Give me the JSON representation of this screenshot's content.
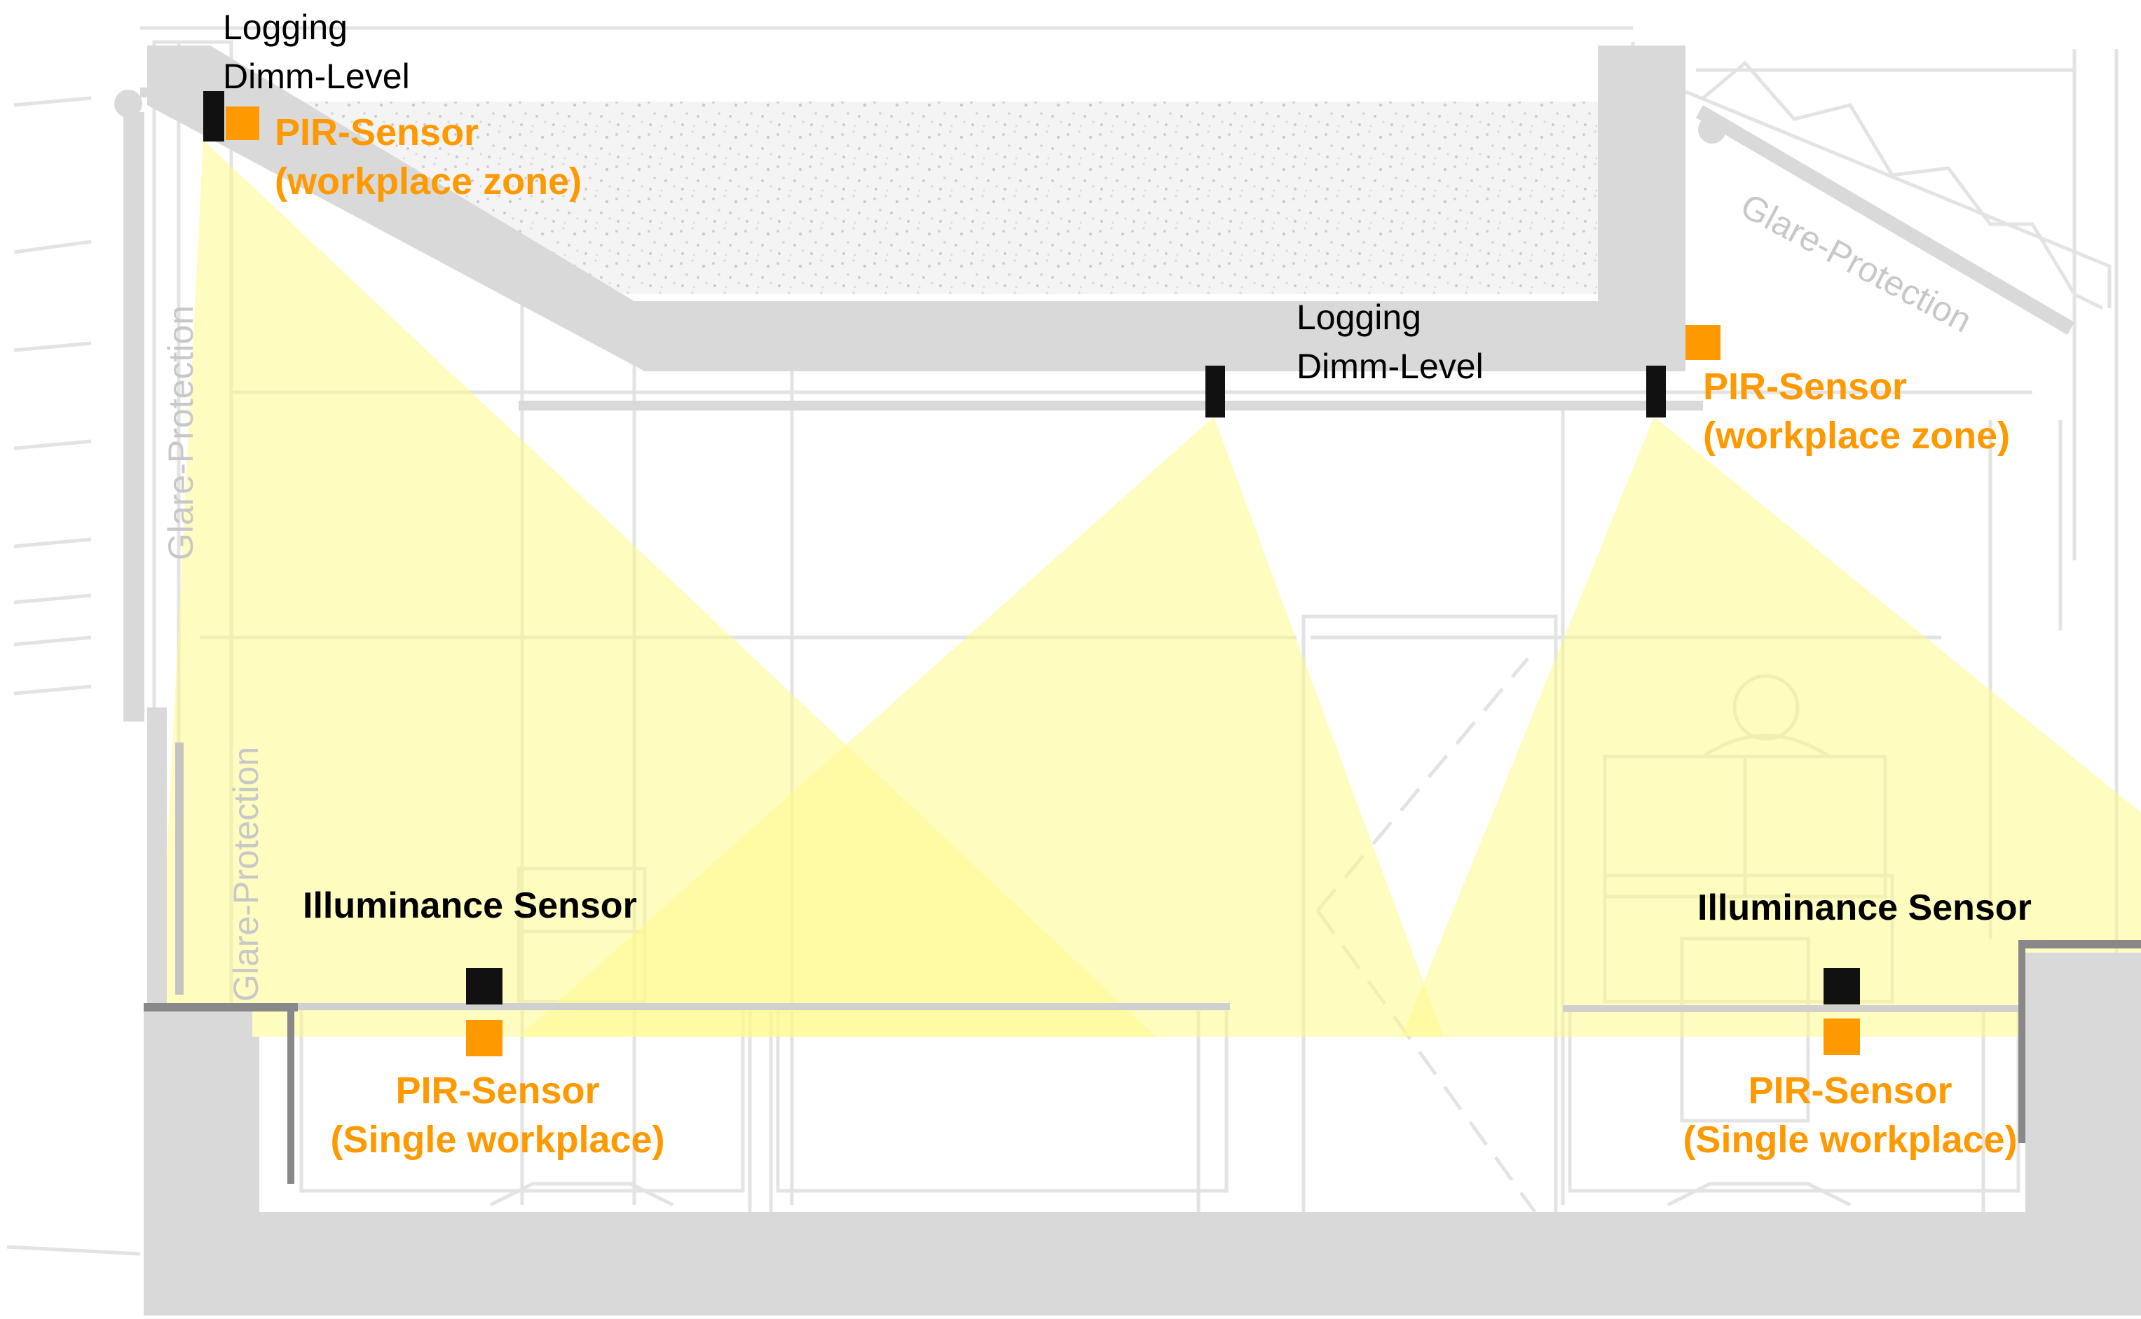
{
  "colors": {
    "structure": "#d9d9d9",
    "outline": "#e3e3e3",
    "sensor_black": "#111111",
    "pir_orange": "#ff9900",
    "light_cone": "#fffa8c",
    "glare_text": "#c8c8c8"
  },
  "labels": {
    "logging_left_line1": "Logging",
    "logging_left_line2": "Dimm-Level",
    "pir_top_left_line1": "PIR-Sensor",
    "pir_top_left_line2": "(workplace zone)",
    "logging_mid_line1": "Logging",
    "logging_mid_line2": "Dimm-Level",
    "pir_top_right_line1": "PIR-Sensor",
    "pir_top_right_line2": "(workplace zone)",
    "glare_left_upper": "Glare-Protection",
    "glare_left_lower": "Glare-Protection",
    "glare_right": "Glare-Protection",
    "illuminance_left": "Illuminance Sensor",
    "illuminance_right": "Illuminance Sensor",
    "pir_bottom_left_line1": "PIR-Sensor",
    "pir_bottom_left_line2": "(Single workplace)",
    "pir_bottom_right_line1": "PIR-Sensor",
    "pir_bottom_right_line2": "(Single workplace)"
  }
}
